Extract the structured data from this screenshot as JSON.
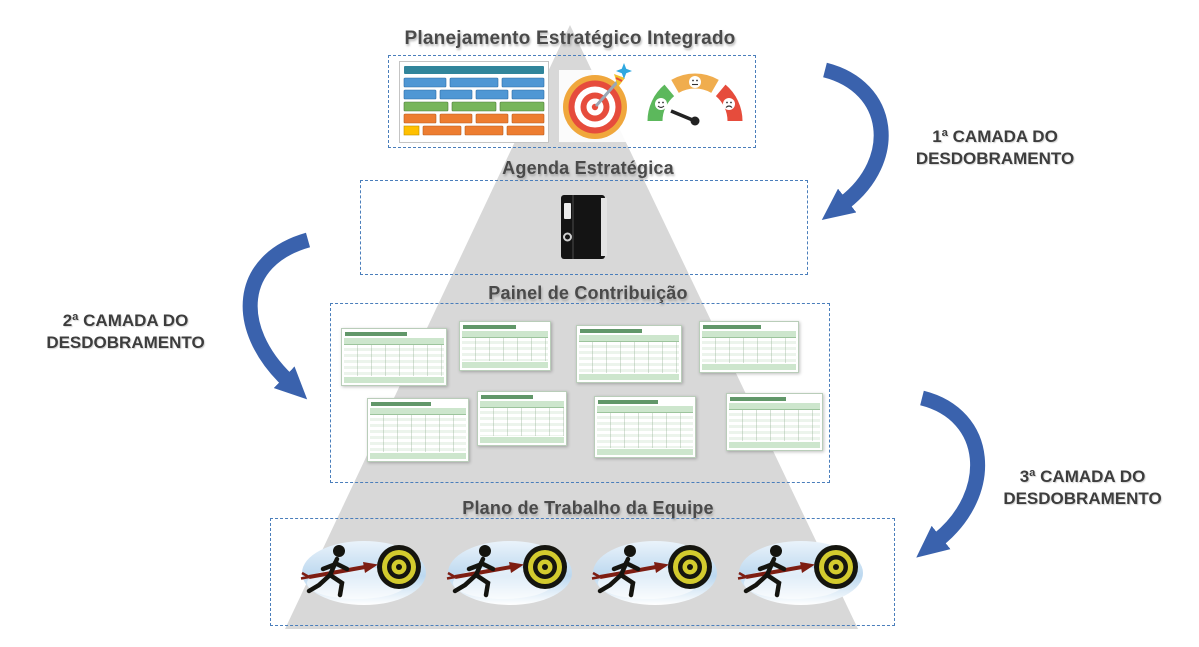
{
  "diagram": {
    "sections": [
      {
        "id": "planejamento-estrategico",
        "label": "Planejamento Estratégico Integrado"
      },
      {
        "id": "agenda-estrategica",
        "label": "Agenda Estratégica"
      },
      {
        "id": "painel-contribuicao",
        "label": "Painel de Contribuição"
      },
      {
        "id": "plano-trabalho-equipe",
        "label": "Plano de Trabalho da Equipe"
      }
    ],
    "annotations": [
      {
        "id": "camada-1",
        "label": "1ª CAMADA DO\nDESDOBRAMENTO"
      },
      {
        "id": "camada-2",
        "label": "2ª CAMADA DO\nDESDOBRAMENTO"
      },
      {
        "id": "camada-3",
        "label": "3ª CAMADA DO\nDESDOBRAMENTO"
      }
    ],
    "icons": {
      "strategy_map": "strategy-map-thumbnail",
      "target_dart": "target-with-dart-icon",
      "gauge": "satisfaction-gauge-icon",
      "binder": "black-binder-icon",
      "spreadsheet": "contribution-table-thumbnail",
      "runner": "runner-hitting-target-icon"
    },
    "counts": {
      "contribution_tables": 8,
      "team_work_plans": 4
    },
    "colors": {
      "pyramid": "#D8D8D8",
      "arrow": "#3A62AD",
      "box_border": "#4A7EBB",
      "label_text": "#4A4A4A"
    }
  }
}
